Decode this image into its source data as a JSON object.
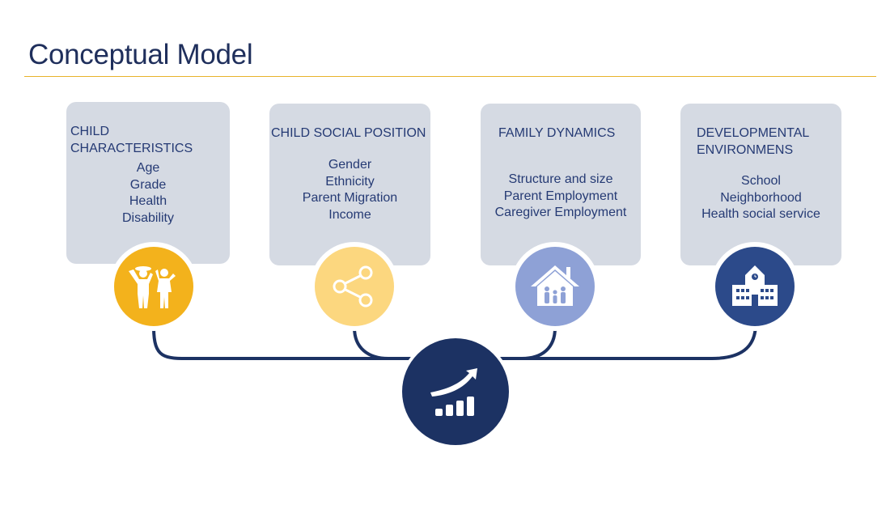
{
  "title": "Conceptual Model",
  "colors": {
    "navy": "#1c3263",
    "yellow_dark": "#f3b21c",
    "yellow_light": "#fcd77f",
    "periwinkle": "#8ea1d6",
    "card_bg": "#d5dae3",
    "accent_rule": "#e8b32a"
  },
  "cards": [
    {
      "heading": "CHILD CHARACTERISTICS",
      "items": [
        "Age",
        "Grade",
        "Health",
        "Disability"
      ],
      "icon": "children-icon"
    },
    {
      "heading": "CHILD SOCIAL POSITION",
      "items": [
        "Gender",
        "Ethnicity",
        "Parent Migration",
        "Income"
      ],
      "icon": "share-network-icon"
    },
    {
      "heading": "FAMILY DYNAMICS",
      "items": [
        "Structure and size",
        "Parent Employment",
        "Caregiver Employment"
      ],
      "icon": "family-house-icon"
    },
    {
      "heading_lines": [
        "DEVELOPMENTAL",
        "ENVIRONMENS"
      ],
      "items": [
        "School",
        "Neighborhood",
        "Health social service"
      ],
      "icon": "school-building-icon"
    }
  ],
  "center_icon": "growth-chart-icon"
}
